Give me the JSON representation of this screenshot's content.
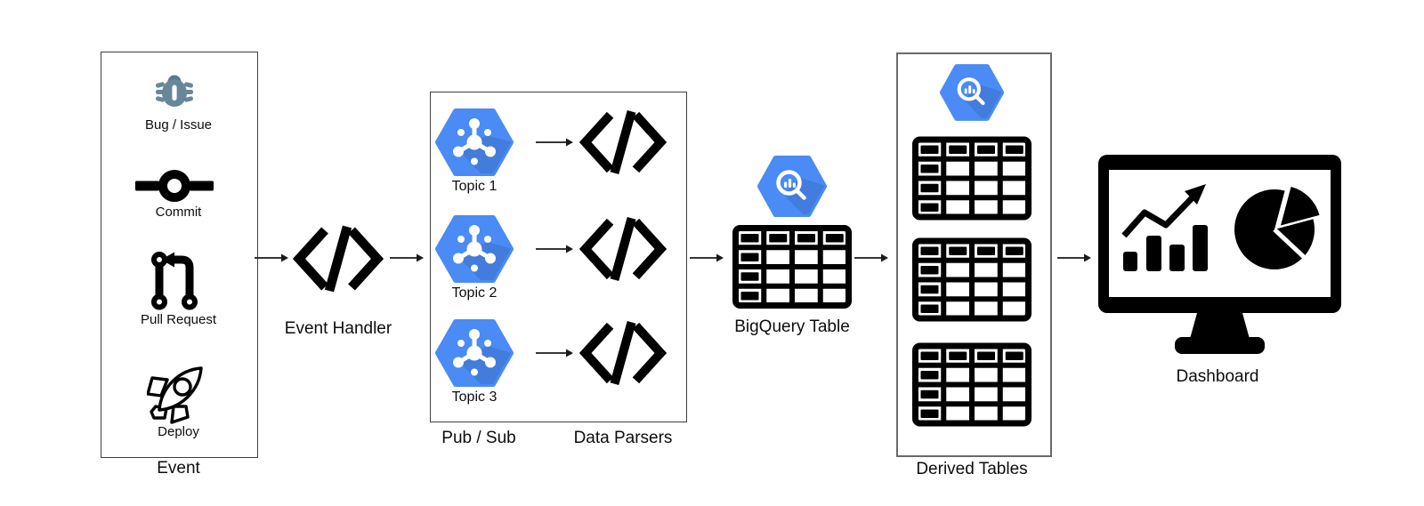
{
  "diagram": {
    "event_group": {
      "label": "Event",
      "items": [
        {
          "label": "Bug / Issue",
          "icon": "bug-icon"
        },
        {
          "label": "Commit",
          "icon": "git-commit-icon"
        },
        {
          "label": "Pull Request",
          "icon": "git-pull-request-icon"
        },
        {
          "label": "Deploy",
          "icon": "rocket-icon"
        }
      ]
    },
    "event_handler": {
      "label": "Event Handler",
      "icon": "code-icon"
    },
    "pubsub": {
      "label": "Pub / Sub",
      "icon": "pubsub-hexagon-icon",
      "topics": [
        {
          "label": "Topic 1"
        },
        {
          "label": "Topic 2"
        },
        {
          "label": "Topic 3"
        }
      ]
    },
    "data_parsers": {
      "label": "Data Parsers",
      "icon": "code-icon"
    },
    "bigquery": {
      "label": "BigQuery Table",
      "icon": "bigquery-hexagon-icon"
    },
    "derived": {
      "label": "Derived Tables",
      "icon": "bigquery-hexagon-icon",
      "table_count": 3
    },
    "dashboard": {
      "label": "Dashboard",
      "icon": "monitor-charts-icon"
    },
    "flow": [
      "Event",
      "Event Handler",
      "Pub / Sub",
      "Data Parsers",
      "BigQuery Table",
      "Derived Tables",
      "Dashboard"
    ]
  },
  "colors": {
    "gcp_blue": "#4a8bf5",
    "bug_body": "#67869a",
    "bug_head": "#5a7888",
    "icon_black": "#000000",
    "arrow_black": "#1a1a1a",
    "box_border": "#3e3e3e",
    "box_border_light": "#6a6a6a"
  }
}
